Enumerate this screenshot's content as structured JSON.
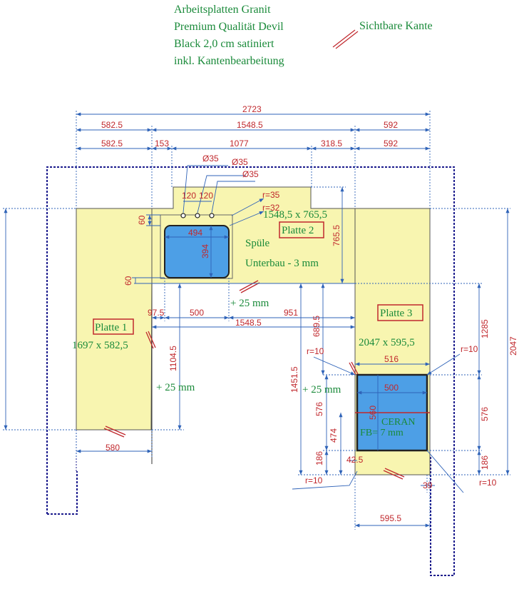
{
  "header": {
    "line1": "Arbeitsplatten Granit",
    "line2": "Premium Qualität Devil",
    "line3": "Black 2,0 cm satiniert",
    "line4": "inkl. Kantenbearbeitung",
    "visible_edge": "Sichtbare Kante"
  },
  "colors": {
    "plate_fill": "#f8f5b0",
    "dimension": "#c0282d",
    "guide": "#2f63b8",
    "label_green": "#1a8a3a",
    "sink_fill": "#4d9fe6",
    "wall_outline": "#1a1a8c"
  },
  "plates": {
    "p1": {
      "name": "Platte 1",
      "size": "1697 x 582,5"
    },
    "p2": {
      "name": "Platte 2",
      "size": "1548,5 x 765,5"
    },
    "p3": {
      "name": "Platte 3",
      "size": "2047 x 595,5"
    }
  },
  "labels": {
    "spuele": "Spüle",
    "unterbau": "Unterbau - 3 mm",
    "plus25_a": "+ 25 mm",
    "plus25_b": "+ 25 mm",
    "plus25_c": "+ 25 mm",
    "ceran": "CERAN",
    "fb": "FB= 7 mm"
  },
  "dims": {
    "total_width": "2723",
    "top_left": "582.5",
    "top_mid": "1548.5",
    "top_right": "592",
    "row2_left": "582.5",
    "row2_153": "153",
    "row2_1077": "1077",
    "row2_318": "318.5",
    "row2_right": "592",
    "d35_a": "Ø35",
    "d35_b": "Ø35",
    "d35_c": "Ø35",
    "d120_a": "120",
    "d120_b": "120",
    "r35": "r=35",
    "r32": "r=32",
    "sink_60_top": "60",
    "sink_494": "494",
    "sink_394": "394",
    "sink_60_bottom": "60",
    "d765": "765.5",
    "d97": "97.5",
    "d500_sink": "500",
    "d951": "951",
    "d1548": "1548.5",
    "d689": "689.5",
    "d1104": "1104.5",
    "d1451": "1451.5",
    "r10_a": "r=10",
    "d576_l": "576",
    "d474": "474",
    "d186_l": "186",
    "d42": "42.5",
    "r10_b": "r=10",
    "d516": "516",
    "d500_cook": "500",
    "d560": "560",
    "r10_c": "r=10",
    "d1285": "1285",
    "d2047": "2047",
    "d576_r": "576",
    "d186_r": "186",
    "r10_d": "r=10",
    "d39": "39",
    "d580": "580",
    "d595": "595.5",
    "d_left_cut": "1697"
  }
}
